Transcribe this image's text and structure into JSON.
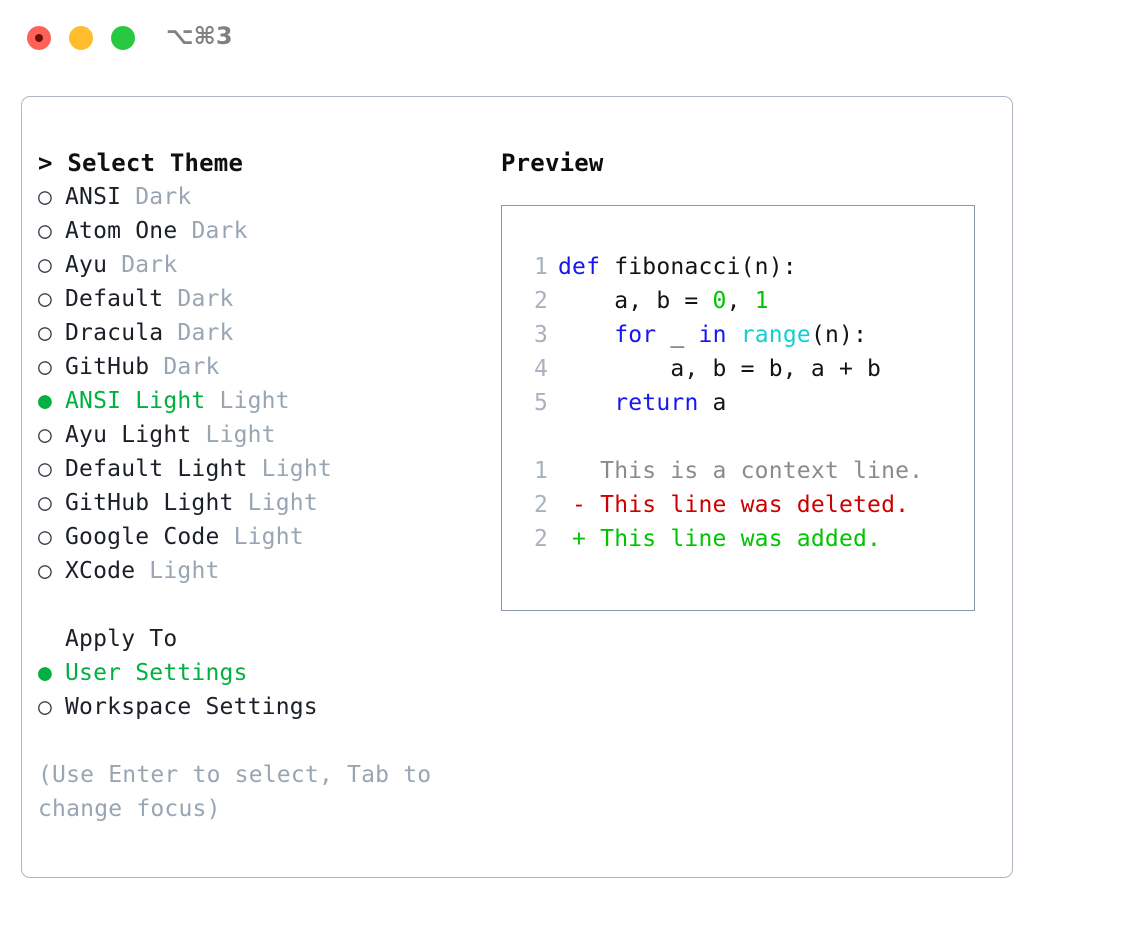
{
  "window": {
    "shortcut_label": "⌥⌘3",
    "traffic_lights": [
      "close",
      "minimize",
      "zoom"
    ]
  },
  "theme_panel": {
    "heading": "Select Theme",
    "heading_marker": ">",
    "marker_selected": "●",
    "marker_unselected": "○",
    "items": [
      {
        "name": "ANSI",
        "variant": "Dark",
        "selected": false
      },
      {
        "name": "Atom One",
        "variant": "Dark",
        "selected": false
      },
      {
        "name": "Ayu",
        "variant": "Dark",
        "selected": false
      },
      {
        "name": "Default",
        "variant": "Dark",
        "selected": false
      },
      {
        "name": "Dracula",
        "variant": "Dark",
        "selected": false
      },
      {
        "name": "GitHub",
        "variant": "Dark",
        "selected": false
      },
      {
        "name": "ANSI Light",
        "variant": "Light",
        "selected": true
      },
      {
        "name": "Ayu Light",
        "variant": "Light",
        "selected": false
      },
      {
        "name": "Default Light",
        "variant": "Light",
        "selected": false
      },
      {
        "name": "GitHub Light",
        "variant": "Light",
        "selected": false
      },
      {
        "name": "Google Code",
        "variant": "Light",
        "selected": false
      },
      {
        "name": "XCode",
        "variant": "Light",
        "selected": false
      }
    ],
    "apply_to": {
      "heading": "Apply To",
      "items": [
        {
          "label": "User Settings",
          "selected": true
        },
        {
          "label": "Workspace Settings",
          "selected": false
        }
      ]
    },
    "hint": "(Use Enter to select, Tab to change focus)"
  },
  "preview_panel": {
    "title": "Preview",
    "code_lines": [
      {
        "no": "1",
        "tokens": [
          {
            "t": "def ",
            "c": "kw"
          },
          {
            "t": "fibonacci(n):",
            "c": "id"
          }
        ]
      },
      {
        "no": "2",
        "tokens": [
          {
            "t": "    a, b = ",
            "c": "id"
          },
          {
            "t": "0",
            "c": "num"
          },
          {
            "t": ", ",
            "c": "id"
          },
          {
            "t": "1",
            "c": "num"
          }
        ]
      },
      {
        "no": "3",
        "tokens": [
          {
            "t": "    ",
            "c": "id"
          },
          {
            "t": "for",
            "c": "kw"
          },
          {
            "t": " _ ",
            "c": "id"
          },
          {
            "t": "in",
            "c": "kw"
          },
          {
            "t": " ",
            "c": "id"
          },
          {
            "t": "range",
            "c": "fn"
          },
          {
            "t": "(n):",
            "c": "id"
          }
        ]
      },
      {
        "no": "4",
        "tokens": [
          {
            "t": "        a, b = b, a + b",
            "c": "id"
          }
        ]
      },
      {
        "no": "5",
        "tokens": [
          {
            "t": "    ",
            "c": "id"
          },
          {
            "t": "return",
            "c": "kw"
          },
          {
            "t": " a",
            "c": "id"
          }
        ]
      }
    ],
    "diff_lines": [
      {
        "no": "1",
        "sign": " ",
        "text": " This is a context line.",
        "kind": "ctx"
      },
      {
        "no": "2",
        "sign": "-",
        "text": " This line was deleted.",
        "kind": "del"
      },
      {
        "no": "2",
        "sign": "+",
        "text": " This line was added.",
        "kind": "add"
      }
    ]
  },
  "colors": {
    "accent_green": "#00b140",
    "muted_gray": "#9aa5b4",
    "border": "#aeb7c4",
    "preview_border": "#8c9aac",
    "keyword_blue": "#1616ee",
    "function_cyan": "#16cdd2",
    "number_green": "#00c400",
    "diff_deleted": "#cc0000",
    "diff_added": "#00c400"
  }
}
